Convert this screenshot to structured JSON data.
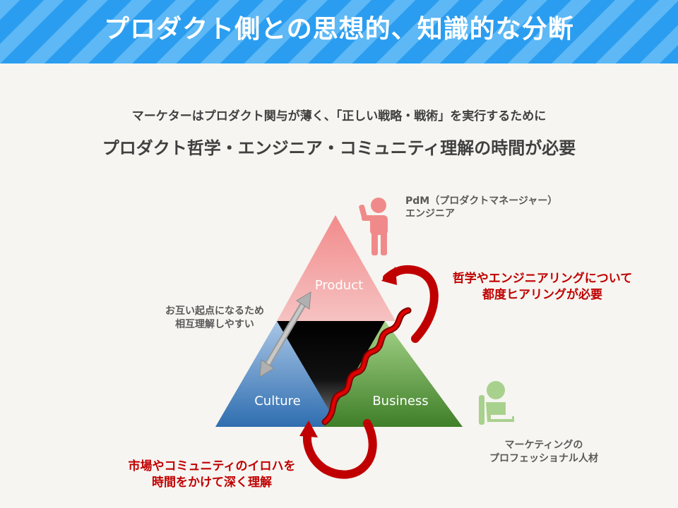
{
  "title": "プロダクト側との思想的、知識的な分断",
  "subtitle_line1": "マーケターはプロダクト関与が薄く、「正しい戦略・戦術」を実行するために",
  "subtitle_line2": "プロダクト哲学・エンジニア・コミュニティ理解の時間が必要",
  "triangle": {
    "top": "Product",
    "left": "Culture",
    "right": "Business"
  },
  "pdm_label": {
    "line1": "PdM（プロダクトマネージャー）",
    "line2": "エンジニア"
  },
  "marketing_label": {
    "line1": "マーケティングの",
    "line2": "プロフェッショナル人材"
  },
  "hearing_label": {
    "line1": "哲学やエンジニアリングについて",
    "line2": "都度ヒアリングが必要"
  },
  "mutual_label": {
    "line1": "お互い起点になるため",
    "line2": "相互理解しやすい"
  },
  "community_label": {
    "line1": "市場やコミュニティのイロハを",
    "line2": "時間をかけて深く理解"
  },
  "colors": {
    "banner": "#2a9df0",
    "product": "#f07f7f",
    "culture": "#4a86c5",
    "business": "#5a9a3c",
    "accent_red": "#c00000",
    "person_pink": "#f08a8a",
    "person_green": "#a9d18e"
  }
}
